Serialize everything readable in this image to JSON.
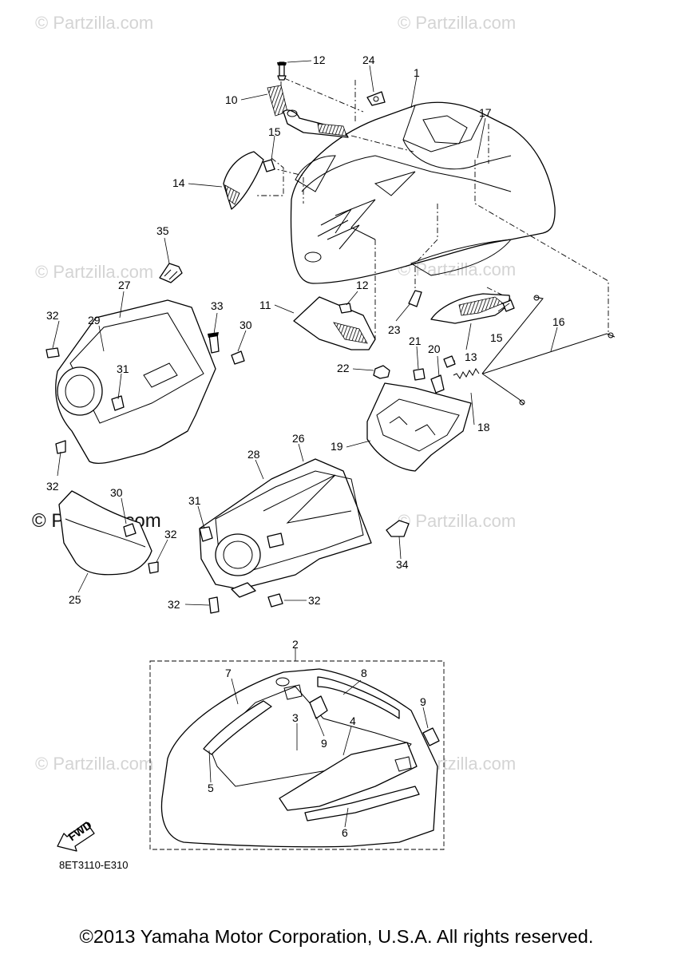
{
  "watermarks": {
    "text": "© Partzilla.com",
    "highlight": "© Partzilla.com"
  },
  "callouts": [
    "1",
    "2",
    "3",
    "4",
    "5",
    "6",
    "7",
    "8",
    "9",
    "10",
    "11",
    "12",
    "13",
    "14",
    "15",
    "16",
    "17",
    "18",
    "19",
    "20",
    "21",
    "22",
    "23",
    "24",
    "25",
    "26",
    "27",
    "28",
    "29",
    "30",
    "31",
    "32",
    "33",
    "34",
    "35"
  ],
  "fwd_label": "FWD",
  "diagram_code": "8ET3110-E310",
  "copyright": "©2013 Yamaha Motor Corporation, U.S.A. All rights reserved."
}
